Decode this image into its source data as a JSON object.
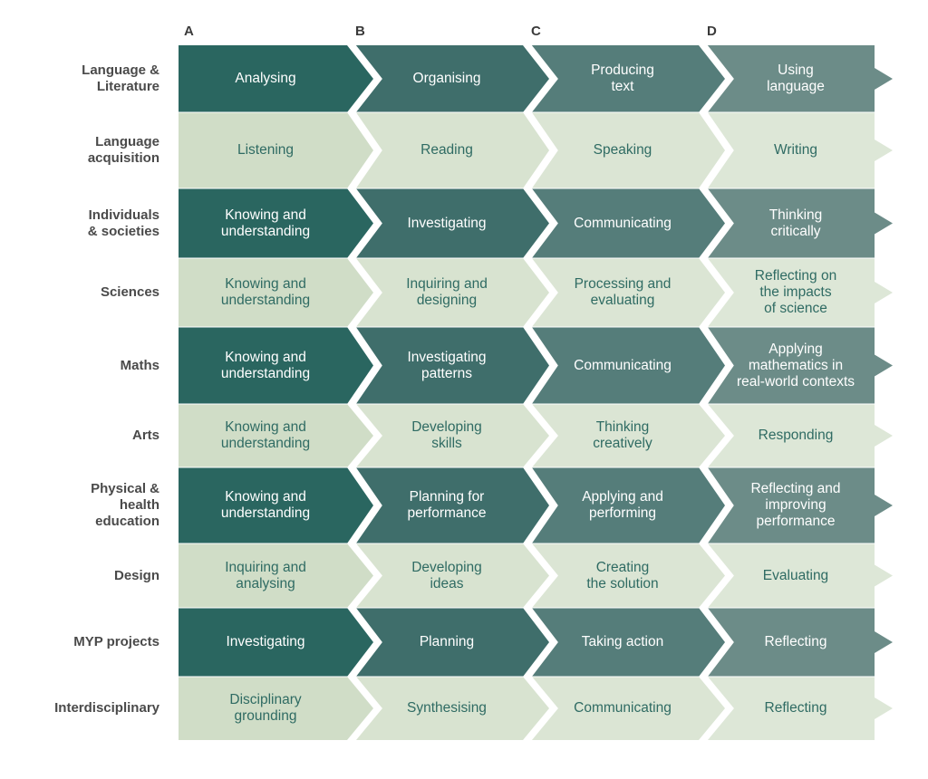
{
  "columns": [
    "A",
    "B",
    "C",
    "D"
  ],
  "colors": {
    "dark": [
      "#2a6660",
      "#3f6e6b",
      "#557d7a",
      "#6c8c88"
    ],
    "light": [
      "#d0ddc7",
      "#d8e3d0",
      "#dbe5d4",
      "#dde7d7"
    ],
    "dark_text": "#ffffff",
    "light_text": "#2f6b63",
    "row_label": "#4a4a4a"
  },
  "rows": [
    {
      "label": "Language &\nLiterature",
      "cells": [
        "Analysing",
        "Organising",
        "Producing\ntext",
        "Using\nlanguage"
      ]
    },
    {
      "label": "Language\nacquisition",
      "cells": [
        "Listening",
        "Reading",
        "Speaking",
        "Writing"
      ]
    },
    {
      "label": "Individuals\n& societies",
      "cells": [
        "Knowing and\nunderstanding",
        "Investigating",
        "Communicating",
        "Thinking\ncritically"
      ]
    },
    {
      "label": "Sciences",
      "cells": [
        "Knowing and\nunderstanding",
        "Inquiring and\ndesigning",
        "Processing and\nevaluating",
        "Reflecting on\nthe impacts\nof science"
      ]
    },
    {
      "label": "Maths",
      "cells": [
        "Knowing and\nunderstanding",
        "Investigating\npatterns",
        "Communicating",
        "Applying\nmathematics in\nreal-world contexts"
      ]
    },
    {
      "label": "Arts",
      "cells": [
        "Knowing and\nunderstanding",
        "Developing\nskills",
        "Thinking\ncreatively",
        "Responding"
      ]
    },
    {
      "label": "Physical &\nhealth\neducation",
      "cells": [
        "Knowing and\nunderstanding",
        "Planning for\nperformance",
        "Applying and\nperforming",
        "Reflecting and\nimproving\nperformance"
      ]
    },
    {
      "label": "Design",
      "cells": [
        "Inquiring and\nanalysing",
        "Developing\nideas",
        "Creating\nthe solution",
        "Evaluating"
      ]
    },
    {
      "label": "MYP projects",
      "cells": [
        "Investigating",
        "Planning",
        "Taking action",
        "Reflecting"
      ]
    },
    {
      "label": "Interdisciplinary",
      "cells": [
        "Disciplinary\ngrounding",
        "Synthesising",
        "Communicating",
        "Reflecting"
      ]
    }
  ]
}
